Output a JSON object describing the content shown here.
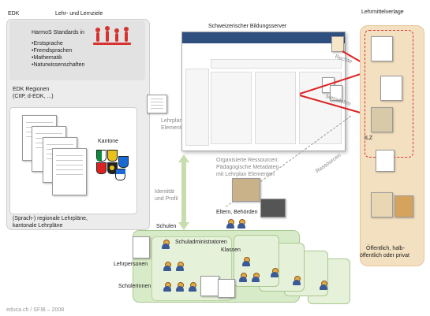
{
  "edk": {
    "title": "EDK",
    "lehrziele": "Lehr- und Lernziele",
    "harmos_title": "HarmoS Standards in",
    "subjects": [
      "•Erstsprache",
      "•Fremdsprachen",
      "•Mathematik",
      "•Naturwissenschaften"
    ],
    "regions_title": "EDK Regionen",
    "regions_sub": "(CIIP, d-EDK, ...)",
    "kantone": "Kantone",
    "lehrplaene_1": "(Sprach-) regionale Lehrpläne,",
    "lehrplaene_2": "kantonale Lehrpläne"
  },
  "center": {
    "lehrplan_1": "Lehrplan",
    "lehrplan_2": "Elemente",
    "server_title": "Schweizerischer Bildungsserver",
    "organisiert_1": "Organisierte Ressourcen:",
    "organisiert_2": "Pädagogische Metadaten",
    "organisiert_3": "mit Lehrplan Elementen",
    "identitaet_1": "Identität",
    "identitaet_2": "und Profil",
    "eltern": "Eltern, Behörden",
    "ressourcen": "Ressourcen",
    "rechte": "Rechte",
    "metadaten": "Metadaten"
  },
  "right": {
    "verlage": "Lehrmittelverlage",
    "ilz": "ILZ",
    "oeffentlich_1": "Öffentlich, halb-",
    "oeffentlich_2": "öffentlich oder privat"
  },
  "schools": {
    "schulen": "Schulen",
    "schuladmin": "Schuladministratoren",
    "klassen": "Klassen",
    "lehrpersonen": "Lehrpersonen",
    "schueler": "SchülerInnen"
  },
  "footer": "educa.ch / SFIB – 2008",
  "colors": {
    "edk_panel": "#ececec",
    "verlage_panel": "#f3e0c0",
    "school_zone": "#d8ebc8",
    "arrow_red": "#d22222",
    "arrow_green": "#c9dcae",
    "server_bar": "#2f4f7f"
  }
}
